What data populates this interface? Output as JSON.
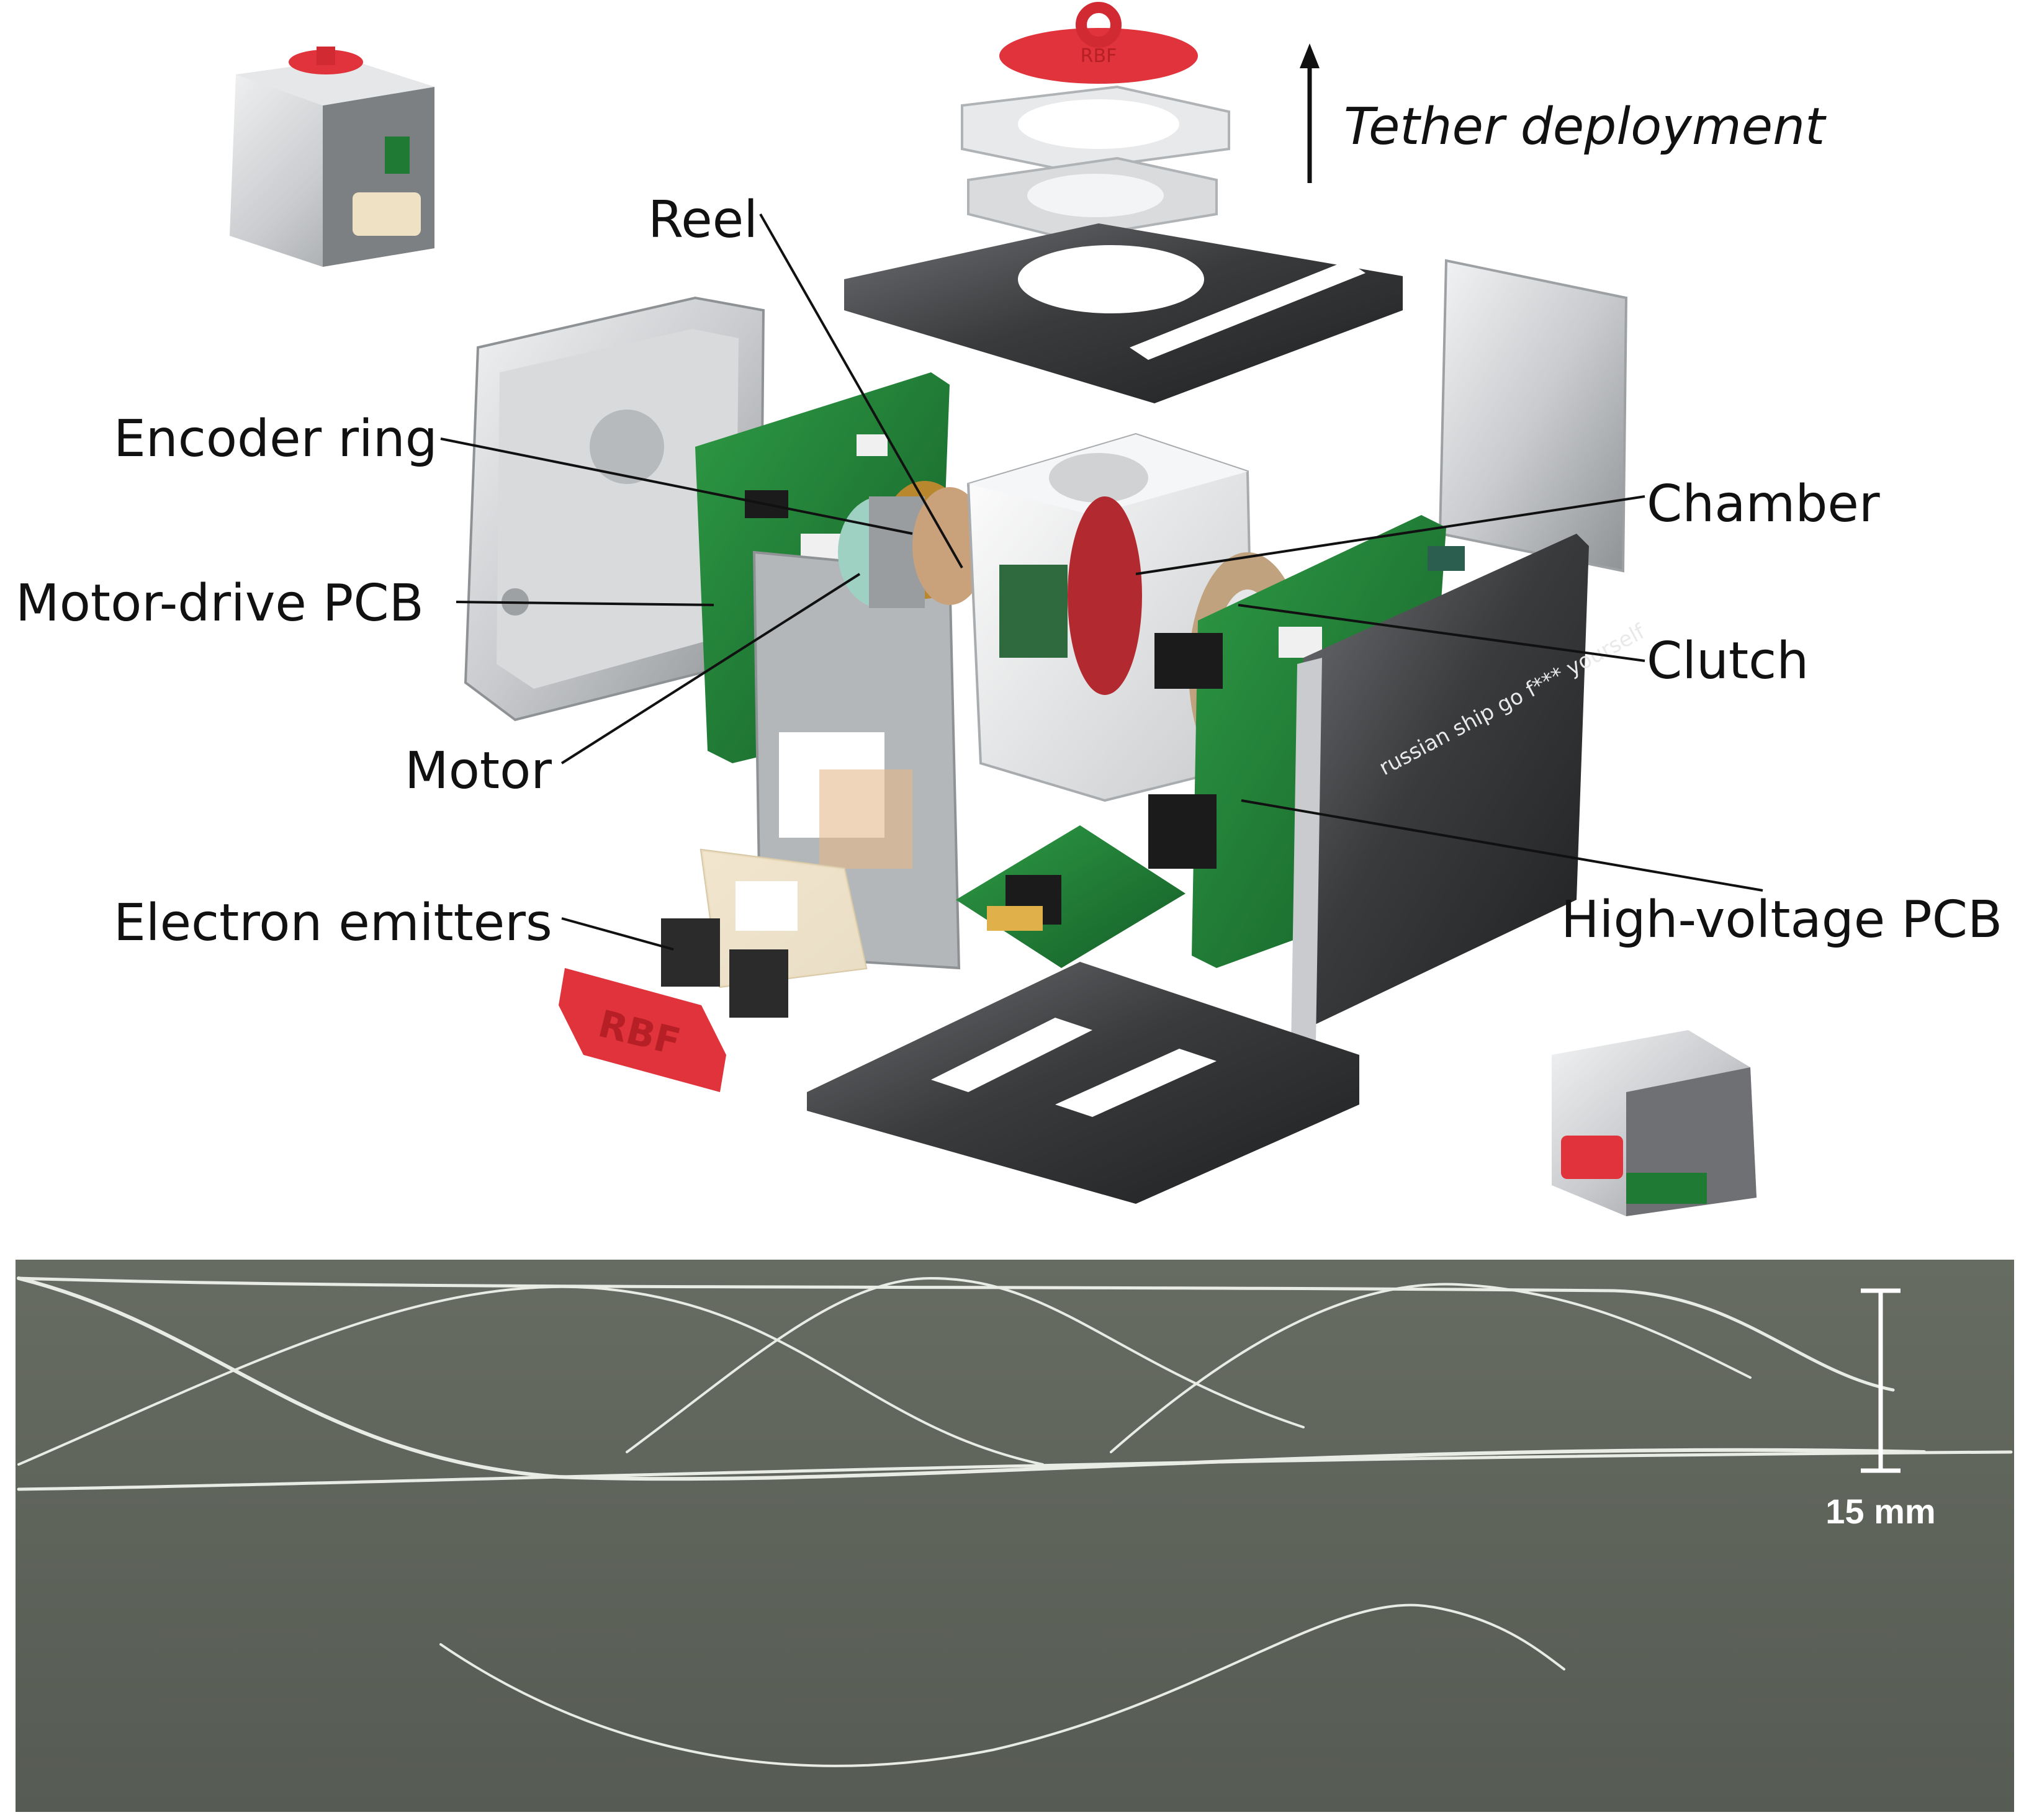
{
  "colors": {
    "background": "#ffffff",
    "pcb_green": "#1f7a34",
    "aluminium": "#cfd1d3",
    "dark_panel": "#3a3b3d",
    "red_part": "#e0333b",
    "cream_part": "#efe1c4",
    "photo_background": "#5d6259",
    "fiber": "#e9ece4",
    "label_text": "#111111",
    "scale_bar": "#ffffff"
  },
  "labels": {
    "reel": "Reel",
    "encoder_ring": "Encoder ring",
    "motor_drive_pcb": "Motor-drive PCB",
    "motor": "Motor",
    "electron_emitters": "Electron emitters",
    "chamber": "Chamber",
    "clutch": "Clutch",
    "high_voltage_pcb": "High-voltage PCB",
    "tether_deployment": "Tether deployment"
  },
  "part_markings": {
    "logo": "RBF",
    "panel_text": "russian ship go f*** yourself"
  },
  "photo": {
    "scale_label": "15 mm"
  }
}
